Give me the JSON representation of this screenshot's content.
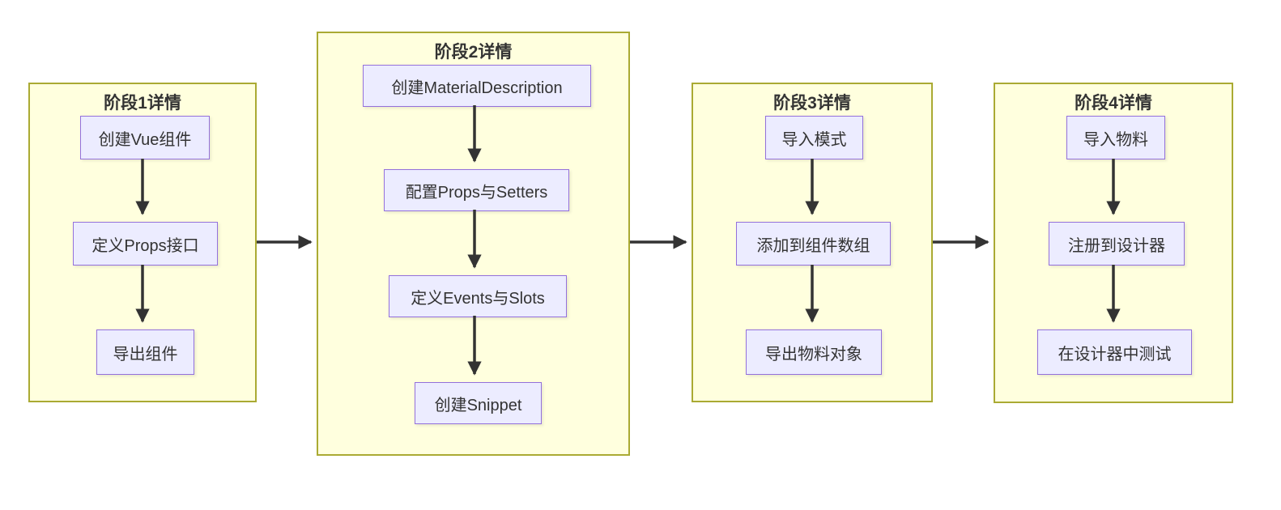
{
  "diagram": {
    "type": "flowchart",
    "description": "Four-stage component material development flow rendered as subgraph clusters with top-down nodes and left-to-right stage links"
  },
  "colors": {
    "background": "#FFFFFF",
    "stage_fill": "#FFFFDE",
    "stage_border": "#AAAA33",
    "node_fill": "#ECECFF",
    "node_border": "#9370DB",
    "arrow": "#333333",
    "text": "#333333"
  },
  "stages": [
    {
      "title": "阶段1详情",
      "nodes": [
        {
          "label": "创建Vue组件"
        },
        {
          "label": "定义Props接口"
        },
        {
          "label": "导出组件"
        }
      ]
    },
    {
      "title": "阶段2详情",
      "nodes": [
        {
          "label": "创建MaterialDescription"
        },
        {
          "label": "配置Props与Setters"
        },
        {
          "label": "定义Events与Slots"
        },
        {
          "label": "创建Snippet"
        }
      ]
    },
    {
      "title": "阶段3详情",
      "nodes": [
        {
          "label": "导入模式"
        },
        {
          "label": "添加到组件数组"
        },
        {
          "label": "导出物料对象"
        }
      ]
    },
    {
      "title": "阶段4详情",
      "nodes": [
        {
          "label": "导入物料"
        },
        {
          "label": "注册到设计器"
        },
        {
          "label": "在设计器中测试"
        }
      ]
    }
  ],
  "edges": [
    {
      "from": "创建Vue组件",
      "to": "定义Props接口"
    },
    {
      "from": "定义Props接口",
      "to": "导出组件"
    },
    {
      "from": "创建MaterialDescription",
      "to": "配置Props与Setters"
    },
    {
      "from": "配置Props与Setters",
      "to": "定义Events与Slots"
    },
    {
      "from": "定义Events与Slots",
      "to": "创建Snippet"
    },
    {
      "from": "导入模式",
      "to": "添加到组件数组"
    },
    {
      "from": "添加到组件数组",
      "to": "导出物料对象"
    },
    {
      "from": "导入物料",
      "to": "注册到设计器"
    },
    {
      "from": "注册到设计器",
      "to": "在设计器中测试"
    },
    {
      "from": "阶段1详情",
      "to": "阶段2详情"
    },
    {
      "from": "阶段2详情",
      "to": "阶段3详情"
    },
    {
      "from": "阶段3详情",
      "to": "阶段4详情"
    }
  ]
}
